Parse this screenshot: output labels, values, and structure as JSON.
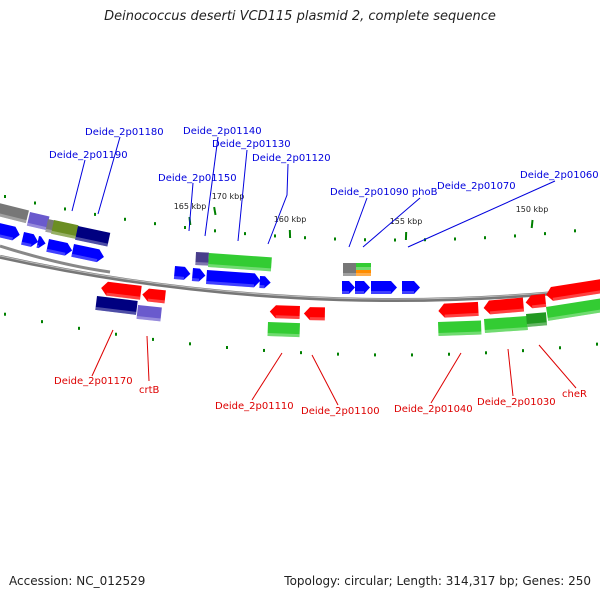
{
  "title": "Deinococcus deserti VCD115 plasmid 2, complete sequence",
  "footer": {
    "accession": "Accession: NC_012529",
    "summary": "Topology: circular; Length: 314,317 bp; Genes: 250"
  },
  "colors": {
    "forward_label": "#0000dd",
    "reverse_label": "#dd0000",
    "forward_gene": "#0000ff",
    "reverse_gene": "#ff0000",
    "backbone": "#888888",
    "tick": "#008000",
    "cog_green": "#33cc33",
    "cog_dark_green": "#229922",
    "cog_olive": "#6b8e23",
    "cog_navy": "#000080",
    "cog_slate": "#6a5acd",
    "cog_dark_slate": "#483d8b",
    "cog_gray": "#777777",
    "cog_orange": "#ff8c00"
  },
  "ticks": [
    {
      "label": "170 kbp",
      "kbp": 170
    },
    {
      "label": "165 kbp",
      "kbp": 165
    },
    {
      "label": "160 kbp",
      "kbp": 160
    },
    {
      "label": "155 kbp",
      "kbp": 155
    },
    {
      "label": "150 kbp",
      "kbp": 150
    }
  ],
  "forward_labels": [
    {
      "text": "Deide_2p01190"
    },
    {
      "text": "Deide_2p01180"
    },
    {
      "text": "Deide_2p01150"
    },
    {
      "text": "Deide_2p01140"
    },
    {
      "text": "Deide_2p01130"
    },
    {
      "text": "Deide_2p01120"
    },
    {
      "text": "Deide_2p01090 phoB"
    },
    {
      "text": "Deide_2p01070"
    },
    {
      "text": "Deide_2p01060"
    }
  ],
  "reverse_labels": [
    {
      "text": "Deide_2p01170"
    },
    {
      "text": "crtB"
    },
    {
      "text": "Deide_2p01110"
    },
    {
      "text": "Deide_2p01100"
    },
    {
      "text": "Deide_2p01040"
    },
    {
      "text": "Deide_2p01030"
    },
    {
      "text": "cheR"
    }
  ]
}
